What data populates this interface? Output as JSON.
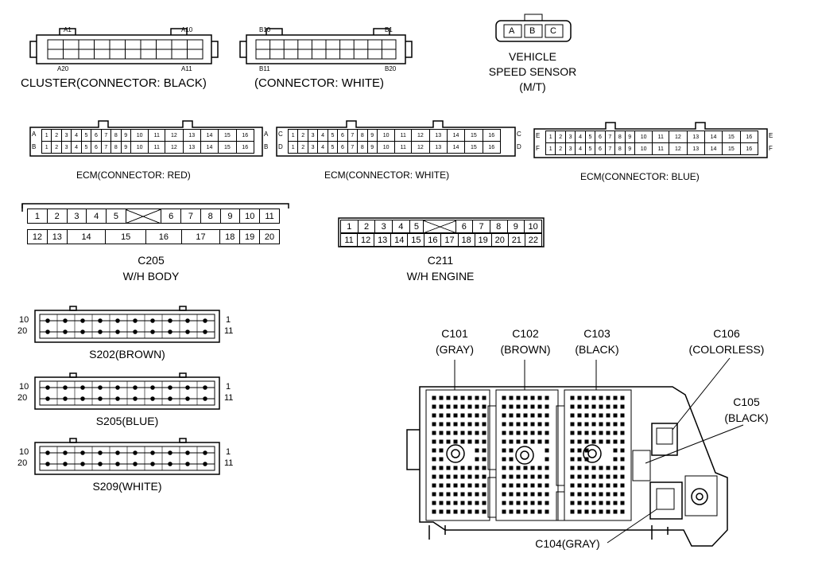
{
  "cluster": {
    "pins": {
      "a1": "A1",
      "a10": "A10",
      "a20": "A20",
      "a11": "A11"
    },
    "label": "CLUSTER(CONNECTOR: BLACK)"
  },
  "cluster_white": {
    "pins": {
      "b10": "B10",
      "b1": "B1",
      "b11": "B11",
      "b20": "B20"
    },
    "label": "(CONNECTOR: WHITE)"
  },
  "vss": {
    "pins": [
      "A",
      "B",
      "C"
    ],
    "label_line1": "VEHICLE",
    "label_line2": "SPEED SENSOR",
    "label_line3": "(M/T)"
  },
  "ecm": [
    {
      "label": "ECM(CONNECTOR: RED)",
      "top_letter": "A",
      "bottom_letter": "B",
      "top_row": [
        "1",
        "2",
        "3",
        "4",
        "5",
        "6",
        "7",
        "8",
        "9",
        "10",
        "11",
        "12",
        "13",
        "14",
        "15",
        "16"
      ],
      "bottom_row": [
        "1",
        "2",
        "3",
        "4",
        "5",
        "6",
        "7",
        "8",
        "9",
        "10",
        "11",
        "12",
        "13",
        "14",
        "15",
        "16"
      ]
    },
    {
      "label": "ECM(CONNECTOR: WHITE)",
      "top_letter": "C",
      "bottom_letter": "D",
      "top_row": [
        "1",
        "2",
        "3",
        "4",
        "5",
        "6",
        "7",
        "8",
        "9",
        "10",
        "11",
        "12",
        "13",
        "14",
        "15",
        "16"
      ],
      "bottom_row": [
        "1",
        "2",
        "3",
        "4",
        "5",
        "6",
        "7",
        "8",
        "9",
        "10",
        "11",
        "12",
        "13",
        "14",
        "15",
        "16"
      ]
    },
    {
      "label": "ECM(CONNECTOR: BLUE)",
      "top_letter": "E",
      "bottom_letter": "F",
      "top_row": [
        "1",
        "2",
        "3",
        "4",
        "5",
        "6",
        "7",
        "8",
        "9",
        "10",
        "11",
        "12",
        "13",
        "14",
        "15",
        "16"
      ],
      "bottom_row": [
        "1",
        "2",
        "3",
        "4",
        "5",
        "6",
        "7",
        "8",
        "9",
        "10",
        "11",
        "12",
        "13",
        "14",
        "15",
        "16"
      ]
    }
  ],
  "c205": {
    "row1": [
      "1",
      "2",
      "3",
      "4",
      "5",
      "",
      "6",
      "7",
      "8",
      "9",
      "10",
      "11"
    ],
    "row2": [
      "12",
      "13",
      "14",
      "15",
      "16",
      "17",
      "18",
      "19",
      "20"
    ],
    "name": "C205",
    "desc": "W/H BODY"
  },
  "c211": {
    "row1": [
      "1",
      "2",
      "3",
      "4",
      "5",
      "",
      "6",
      "7",
      "8",
      "9",
      "10"
    ],
    "row2": [
      "11",
      "12",
      "13",
      "14",
      "15",
      "16",
      "17",
      "18",
      "19",
      "20",
      "21",
      "22"
    ],
    "name": "C211",
    "desc": "W/H ENGINE"
  },
  "splices": [
    {
      "label": "S202(BROWN)",
      "left_top": "10",
      "left_bottom": "20",
      "right_top": "1",
      "right_bottom": "11"
    },
    {
      "label": "S205(BLUE)",
      "left_top": "10",
      "left_bottom": "20",
      "right_top": "1",
      "right_bottom": "11"
    },
    {
      "label": "S209(WHITE)",
      "left_top": "10",
      "left_bottom": "20",
      "right_top": "1",
      "right_bottom": "11"
    }
  ],
  "junction_box": {
    "c101": {
      "name": "C101",
      "color": "(GRAY)"
    },
    "c102": {
      "name": "C102",
      "color": "(BROWN)"
    },
    "c103": {
      "name": "C103",
      "color": "(BLACK)"
    },
    "c106": {
      "name": "C106",
      "color": "(COLORLESS)"
    },
    "c105": {
      "name": "C105",
      "color": "(BLACK)"
    },
    "c104": {
      "label": "C104(GRAY)"
    }
  }
}
